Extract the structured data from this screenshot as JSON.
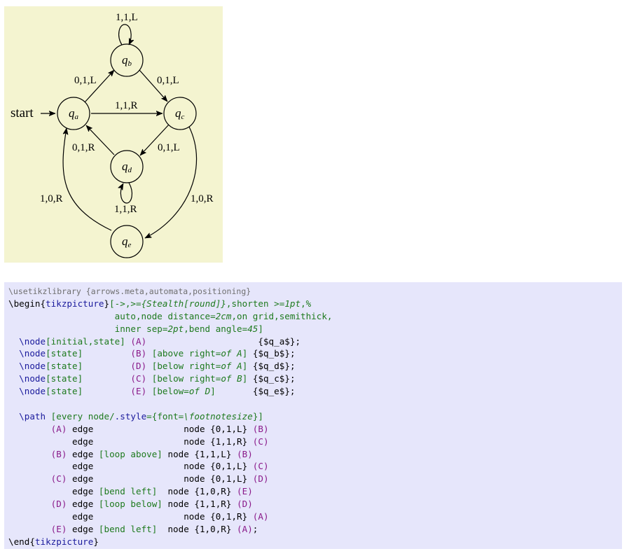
{
  "diagram": {
    "start_label": "start",
    "states": [
      {
        "id": "a",
        "base": "q",
        "sub": "a"
      },
      {
        "id": "b",
        "base": "q",
        "sub": "b"
      },
      {
        "id": "c",
        "base": "q",
        "sub": "c"
      },
      {
        "id": "d",
        "base": "q",
        "sub": "d"
      },
      {
        "id": "e",
        "base": "q",
        "sub": "e"
      }
    ],
    "edges": [
      {
        "from": "a",
        "to": "b",
        "label": "0,1,L"
      },
      {
        "from": "a",
        "to": "c",
        "label": "1,1,R"
      },
      {
        "from": "b",
        "to": "b",
        "label": "1,1,L"
      },
      {
        "from": "b",
        "to": "c",
        "label": "0,1,L"
      },
      {
        "from": "c",
        "to": "d",
        "label": "0,1,L"
      },
      {
        "from": "c",
        "to": "e",
        "label": "1,0,R"
      },
      {
        "from": "d",
        "to": "d",
        "label": "1,1,R"
      },
      {
        "from": "d",
        "to": "a",
        "label": "0,1,R"
      },
      {
        "from": "e",
        "to": "a",
        "label": "1,0,R"
      }
    ],
    "colors": {
      "background": "#f4f4d0"
    }
  },
  "code": {
    "colors": {
      "background": "#e6e6fb",
      "keyword": "#1a1a9c",
      "option": "#1e7a1e",
      "name": "#8a1a8a",
      "comment": "#6f6f6f"
    },
    "lines": [
      [
        {
          "t": "\\usetikzlibrary {arrows.meta,automata,positioning}",
          "c": "com"
        }
      ],
      [
        {
          "t": "\\begin",
          "c": "bk"
        },
        {
          "t": "{",
          "c": "bk"
        },
        {
          "t": "tikzpicture",
          "c": "blue"
        },
        {
          "t": "}",
          "c": "bk"
        },
        {
          "t": "[->,>=",
          "c": "green"
        },
        {
          "t": "{Stealth[round]}",
          "c": "gi"
        },
        {
          "t": ",shorten >=",
          "c": "green"
        },
        {
          "t": "1pt",
          "c": "gi"
        },
        {
          "t": ",",
          "c": "green"
        },
        {
          "t": "%",
          "c": "gi"
        }
      ],
      [
        {
          "t": "                    auto,node distance=",
          "c": "green"
        },
        {
          "t": "2cm",
          "c": "gi"
        },
        {
          "t": ",on grid,semithick,",
          "c": "green"
        }
      ],
      [
        {
          "t": "                    inner sep=",
          "c": "green"
        },
        {
          "t": "2pt",
          "c": "gi"
        },
        {
          "t": ",bend angle=",
          "c": "green"
        },
        {
          "t": "45",
          "c": "gi"
        },
        {
          "t": "]",
          "c": "green"
        }
      ],
      [
        {
          "t": "  ",
          "c": "bk"
        },
        {
          "t": "\\node",
          "c": "kw"
        },
        {
          "t": "[initial,state]",
          "c": "green"
        },
        {
          "t": " (A)",
          "c": "purple"
        },
        {
          "t": "                     {$q_a$};",
          "c": "bk"
        }
      ],
      [
        {
          "t": "  ",
          "c": "bk"
        },
        {
          "t": "\\node",
          "c": "kw"
        },
        {
          "t": "[state]",
          "c": "green"
        },
        {
          "t": "         (B)",
          "c": "purple"
        },
        {
          "t": " ",
          "c": "bk"
        },
        {
          "t": "[above right=",
          "c": "green"
        },
        {
          "t": "of A",
          "c": "gi"
        },
        {
          "t": "]",
          "c": "green"
        },
        {
          "t": " {$q_b$};",
          "c": "bk"
        }
      ],
      [
        {
          "t": "  ",
          "c": "bk"
        },
        {
          "t": "\\node",
          "c": "kw"
        },
        {
          "t": "[state]",
          "c": "green"
        },
        {
          "t": "         (D)",
          "c": "purple"
        },
        {
          "t": " ",
          "c": "bk"
        },
        {
          "t": "[below right=",
          "c": "green"
        },
        {
          "t": "of A",
          "c": "gi"
        },
        {
          "t": "]",
          "c": "green"
        },
        {
          "t": " {$q_d$};",
          "c": "bk"
        }
      ],
      [
        {
          "t": "  ",
          "c": "bk"
        },
        {
          "t": "\\node",
          "c": "kw"
        },
        {
          "t": "[state]",
          "c": "green"
        },
        {
          "t": "         (C)",
          "c": "purple"
        },
        {
          "t": " ",
          "c": "bk"
        },
        {
          "t": "[below right=",
          "c": "green"
        },
        {
          "t": "of B",
          "c": "gi"
        },
        {
          "t": "]",
          "c": "green"
        },
        {
          "t": " {$q_c$};",
          "c": "bk"
        }
      ],
      [
        {
          "t": "  ",
          "c": "bk"
        },
        {
          "t": "\\node",
          "c": "kw"
        },
        {
          "t": "[state]",
          "c": "green"
        },
        {
          "t": "         (E)",
          "c": "purple"
        },
        {
          "t": " ",
          "c": "bk"
        },
        {
          "t": "[below=",
          "c": "green"
        },
        {
          "t": "of D",
          "c": "gi"
        },
        {
          "t": "]",
          "c": "green"
        },
        {
          "t": "       {$q_e$};",
          "c": "bk"
        }
      ],
      [
        {
          "t": "",
          "c": "bk"
        }
      ],
      [
        {
          "t": "  ",
          "c": "bk"
        },
        {
          "t": "\\path",
          "c": "kw"
        },
        {
          "t": " [every node/",
          "c": "green"
        },
        {
          "t": ".style",
          "c": "kw"
        },
        {
          "t": "={font=",
          "c": "green"
        },
        {
          "t": "\\footnotesize",
          "c": "gi"
        },
        {
          "t": "}]",
          "c": "green"
        }
      ],
      [
        {
          "t": "        (A)",
          "c": "purple"
        },
        {
          "t": " edge                 node {0,1,L} ",
          "c": "bk"
        },
        {
          "t": "(B)",
          "c": "purple"
        }
      ],
      [
        {
          "t": "            edge                 node {1,1,R} ",
          "c": "bk"
        },
        {
          "t": "(C)",
          "c": "purple"
        }
      ],
      [
        {
          "t": "        (B)",
          "c": "purple"
        },
        {
          "t": " edge ",
          "c": "bk"
        },
        {
          "t": "[loop above]",
          "c": "green"
        },
        {
          "t": " node {1,1,L} ",
          "c": "bk"
        },
        {
          "t": "(B)",
          "c": "purple"
        }
      ],
      [
        {
          "t": "            edge                 node {0,1,L} ",
          "c": "bk"
        },
        {
          "t": "(C)",
          "c": "purple"
        }
      ],
      [
        {
          "t": "        (C)",
          "c": "purple"
        },
        {
          "t": " edge                 node {0,1,L} ",
          "c": "bk"
        },
        {
          "t": "(D)",
          "c": "purple"
        }
      ],
      [
        {
          "t": "            edge ",
          "c": "bk"
        },
        {
          "t": "[bend left]",
          "c": "green"
        },
        {
          "t": "  node {1,0,R} ",
          "c": "bk"
        },
        {
          "t": "(E)",
          "c": "purple"
        }
      ],
      [
        {
          "t": "        (D)",
          "c": "purple"
        },
        {
          "t": " edge ",
          "c": "bk"
        },
        {
          "t": "[loop below]",
          "c": "green"
        },
        {
          "t": " node {1,1,R} ",
          "c": "bk"
        },
        {
          "t": "(D)",
          "c": "purple"
        }
      ],
      [
        {
          "t": "            edge                 node {0,1,R} ",
          "c": "bk"
        },
        {
          "t": "(A)",
          "c": "purple"
        }
      ],
      [
        {
          "t": "        (E)",
          "c": "purple"
        },
        {
          "t": " edge ",
          "c": "bk"
        },
        {
          "t": "[bend left]",
          "c": "green"
        },
        {
          "t": "  node {1,0,R} ",
          "c": "bk"
        },
        {
          "t": "(A)",
          "c": "purple"
        },
        {
          "t": ";",
          "c": "bk"
        }
      ],
      [
        {
          "t": "\\end",
          "c": "bk"
        },
        {
          "t": "{",
          "c": "bk"
        },
        {
          "t": "tikzpicture",
          "c": "blue"
        },
        {
          "t": "}",
          "c": "bk"
        }
      ]
    ]
  }
}
